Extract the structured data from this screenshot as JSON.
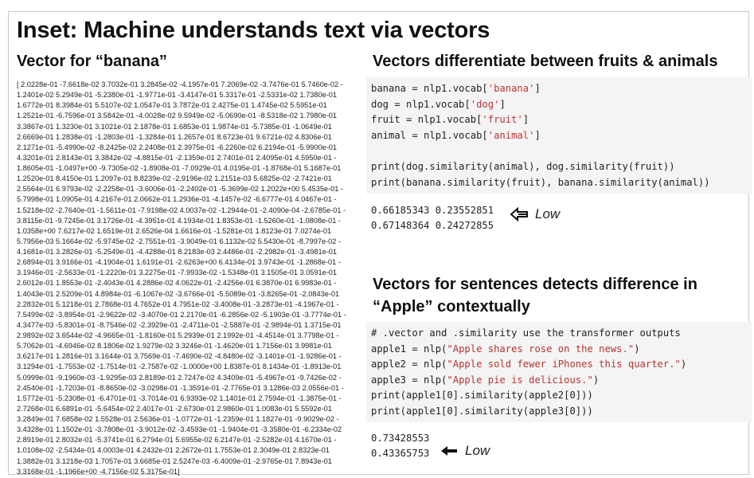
{
  "title": "Inset: Machine understands text via vectors",
  "left": {
    "heading": "Vector for “banana”",
    "vector_lines": [
      "[ 2.0228e-01 -7.6618e-02 3.7032e-01 3.2845e-02 -4.1957e-01 7.2069e-02 -3.7476e-01 5.7460e-02 -",
      "1.2401e-02 5.2949e-01 -5.2380e-01 -1.9771e-01 -3.4147e-01 5.3317e-01 -2.5331e-02 1.7380e-01",
      "1.6772e-01 8.3984e-01 5.5107e-02 1.0547e-01 3.7872e-01 2.4275e-01 1.4745e-02 5.5951e-01",
      "1.2521e-01 -6.7596e-01 3.5842e-01 -4.0028e-02 9.5949e-02 -5.0690e-01 -8.5318e-02 1.7980e-01",
      "3.3867e-01 1.3230e-01 3.1021e-01 2.1878e-01 1.6853e-01 1.9874e-01 -5.7385e-01 -1.0649e-01",
      "2.6669e-01 1.2838e-01 -1.2803e-01 -1.3284e-01 1.2657e-01 8.6723e-01 9.6721e-02 4.8306e-01",
      "2.1271e-01 -5.4990e-02 -8.2425e-02 2.2408e-01 2.3975e-01 -6.2260e-02 6.2194e-01 -5.9900e-01",
      "4.3201e-01 2.8143e-01 3.3842e-02 -4.8815e-01 -2.1359e-01 2.7401e-01 2.4095e-01 4.5950e-01 -",
      "1.8605e-01 -1.0497e+00 -9.7305e-02 -1.8908e-01 -7.0929e-01 4.0195e-01 -1.8768e-01 5.1687e-01",
      "1.2520e-01 8.4150e-01 1.2097e-01 8.8239e-02 -2.9196e-02 1.2151e-03 5.6825e-02 -2.7421e-01",
      "2.5564e-01 6.9793e-02 -2.2258e-01 -3.6006e-01 -2.2402e-01 -5.3699e-02 1.2022e+00 5.4535e-01 -",
      "5.7998e-01 1.0905e-01 4.2167e-01 2.0662e-01 1.2936e-01 -4.1457e-02 -6.6777e-01 4.0467e-01 -",
      "1.5218e-02 -2.7640e-01 -1.5611e-01 -7.9198e-02 4.0037e-02 -1.2944e-01 -2.4090e-04 -2.6785e-01 -",
      "3.8115e-01 -9.7245e-01 3.1726e-01 -4.3951e-01 4.1934e-01 1.8353e-01 -1.5260e-01 -1.0808e-01 -",
      "1.0358e+00 7.6217e-02 1.6519e-01 2.6526e-04 1.6616e-01 -1.5281e-01 1.8123e-01 7.0274e-01",
      "5.7956e-03 5.1664e-02 -5.9745e-02 -2.7551e-01 -3.9049e-01 6.1132e-02 5.5430e-01 -8.7997e-02 -",
      "4.1681e-01 3.2826e-01 -5.2549e-01 -4.4288e-01 8.2183e-03 2.4486e-01 -2.2982e-01 -3.4981e-01",
      "2.6894e-01 3.9166e-01 -4.1904e-01 1.6191e-01 -2.6263e+00 6.4134e-01 3.9743e-01 -1.2868e-01 -",
      "3.1946e-01 -2.5633e-01 -1.2220e-01 3.2275e-01 -7.9933e-02 -1.5348e-01 3.1505e-01 3.0591e-01",
      "2.6012e-01 1.8553e-01 -2.4043e-01 4.2886e-02 4.0622e-01 -2.4256e-01 6.3870e-01 6.9983e-01 -",
      "1.4043e-01 2.5209e-01 4.8984e-01 -6.1067e-02 -3.6766e-01 -5.5089e-01 -3.8265e-01 -2.0843e-01",
      "2.2832e-01 5.1218e-01 2.7868e-01 4.7652e-01 4.7951e-02 -3.4008e-01 -3.2873e-01 -4.1967e-01 -",
      "7.5499e-02 -3.8954e-01 -2.9622e-02 -3.4070e-01 2.2170e-01 -6.2856e-02 -5.1903e-01 -3.7774e-01 -",
      "4.3477e-03 -5.8301e-01 -8.7546e-02 -2.3929e-01 -2.4711e-01 -2.5887e-01 -2.9894e-01 1.3715e-01",
      "2.9892e-02 3.6544e-02 -4.9665e-01 -1.8160e-01 5.2939e-01 2.1992e-01 -4.4514e-01 3.7798e-01 -",
      "5.7062e-01 -4.6946e-02 8.1806e-02 1.9279e-02 3.3246e-01 -1.4620e-01 1.7156e-01 3.9981e-01",
      "3.6217e-01 1.2816e-01 3.1644e-01 3.7569e-01 -7.4690e-02 -4.8480e-02 -3.1401e-01 -1.9286e-01 -",
      "3.1294e-01 -1.7553e-02 -1.7514e-01 -2.7587e-02 -1.0000e+00 1.8387e-01 8.1434e-01 -1.8913e-01",
      "5.0999e-01 -9.1960e-03 -1.9295e-03 2.8189e-01 2.7247e-02 4.3409e-01 -5.4967e-01 -9.7426e-02 -",
      "2.4540e-01 -1.7203e-01 -8.8650e-02 -3.0298e-01 -1.3591e-01 -2.7765e-01 3.1286e-03 2.0556e-01 -",
      "1.5772e-01 -5.2308e-01 -6.4701e-01 -3.7014e-01 6.9393e-02 1.1401e-01 2.7594e-01 -1.3875e-01 -",
      "2.7268e-01 6.6891e-01 -5.6454e-02 2.4017e-01 -2.6730e-01 2.9860e-01 1.0083e-01 5.5592e-01",
      "3.2849e-01 7.6858e-02 1.5528e-01 2.5636e-01 -1.0772e-01 -1.2359e-01 1.1827e-01 -9.9029e-02 -",
      "3.4328e-01 1.1502e-01 -3.7808e-01 -3.9012e-02 -3.4593e-01 -1.9404e-01 -3.3580e-01 -6.2334e-02",
      "2.8919e-01 2.8032e-01 -5.3741e-01 6.2794e-01 5.6955e-02 6.2147e-01 -2.5282e-01 4.1670e-01 -",
      "1.0108e-02 -2.5434e-01 4.0003e-01 4.2432e-01 2.2672e-01 1.7553e-01 2.3049e-01 2.8323e-01",
      "1.3882e-01 3.1218e-03 1.7057e-01 3.6685e-01 2.5247e-03 -6.4009e-01 -2.9765e-01 7.8943e-01",
      "3.3168e-01 -1.1966e+00 -4.7156e-02 5.3175e-01]"
    ]
  },
  "right_top": {
    "heading": "Vectors differentiate between fruits & animals",
    "code_lines": [
      [
        {
          "t": "banana = nlp1.vocab["
        },
        {
          "t": "'banana'",
          "s": 1
        },
        {
          "t": "]"
        }
      ],
      [
        {
          "t": "dog = nlp1.vocab["
        },
        {
          "t": "'dog'",
          "s": 1
        },
        {
          "t": "]"
        }
      ],
      [
        {
          "t": "fruit = nlp1.vocab["
        },
        {
          "t": "'fruit'",
          "s": 1
        },
        {
          "t": "]"
        }
      ],
      [
        {
          "t": "animal = nlp1.vocab["
        },
        {
          "t": "'animal'",
          "s": 1
        },
        {
          "t": "]"
        }
      ],
      [
        {
          "t": ""
        }
      ],
      [
        {
          "t": "print(dog.similarity(animal), dog.similarity(fruit))"
        }
      ],
      [
        {
          "t": "print(banana.similarity(fruit), banana.similarity(animal))"
        }
      ]
    ],
    "output_lines": [
      "0.66185343 0.23552851",
      "0.67148364 0.24272855"
    ],
    "low_label": "Low"
  },
  "right_bottom": {
    "heading_line1": "Vectors for sentences detects difference in",
    "heading_line2": "“Apple” contextually",
    "code_lines": [
      [
        {
          "t": "# .vector and .similarity use the transformer outputs"
        }
      ],
      [
        {
          "t": "apple1 = nlp("
        },
        {
          "t": "\"Apple shares rose on the news.\"",
          "s": 1
        },
        {
          "t": ")"
        }
      ],
      [
        {
          "t": "apple2 = nlp("
        },
        {
          "t": "\"Apple sold fewer iPhones this quarter.\"",
          "s": 1
        },
        {
          "t": ")"
        }
      ],
      [
        {
          "t": "apple3 = nlp("
        },
        {
          "t": "\"Apple pie is delicious.\"",
          "s": 1
        },
        {
          "t": ")"
        }
      ],
      [
        {
          "t": "print(apple1[0].similarity(apple2[0]))"
        }
      ],
      [
        {
          "t": "print(apple1[0].similarity(apple3[0]))"
        }
      ]
    ],
    "output_lines": [
      "0.73428553",
      "0.43365753"
    ],
    "low_label": "Low"
  }
}
